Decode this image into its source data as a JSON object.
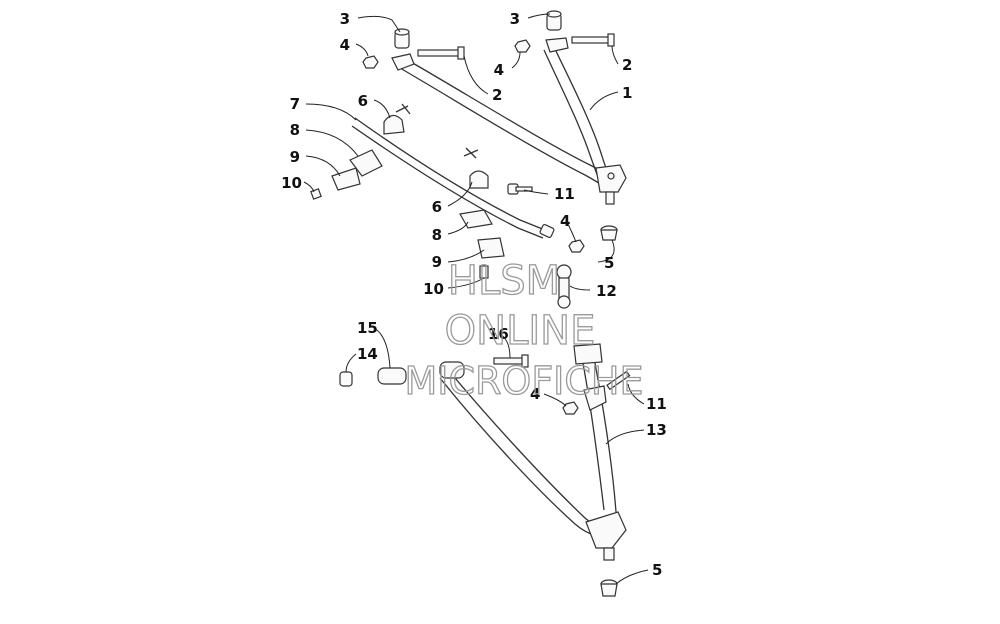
{
  "diagram": {
    "watermark": {
      "line1": "HLSM",
      "line2": "ONLINE",
      "line3": "MICROFICHE"
    },
    "callouts": {
      "c1": "1",
      "c2a": "2",
      "c2b": "2",
      "c3a": "3",
      "c3b": "3",
      "c4a": "4",
      "c4b": "4",
      "c4c": "4",
      "c4d": "4",
      "c5a": "5",
      "c5b": "5",
      "c6a": "6",
      "c6b": "6",
      "c7": "7",
      "c8a": "8",
      "c8b": "8",
      "c9a": "9",
      "c9b": "9",
      "c10a": "10",
      "c10b": "10",
      "c11a": "11",
      "c11b": "11",
      "c12": "12",
      "c13": "13",
      "c14": "14",
      "c15": "15",
      "c16": "16"
    }
  }
}
